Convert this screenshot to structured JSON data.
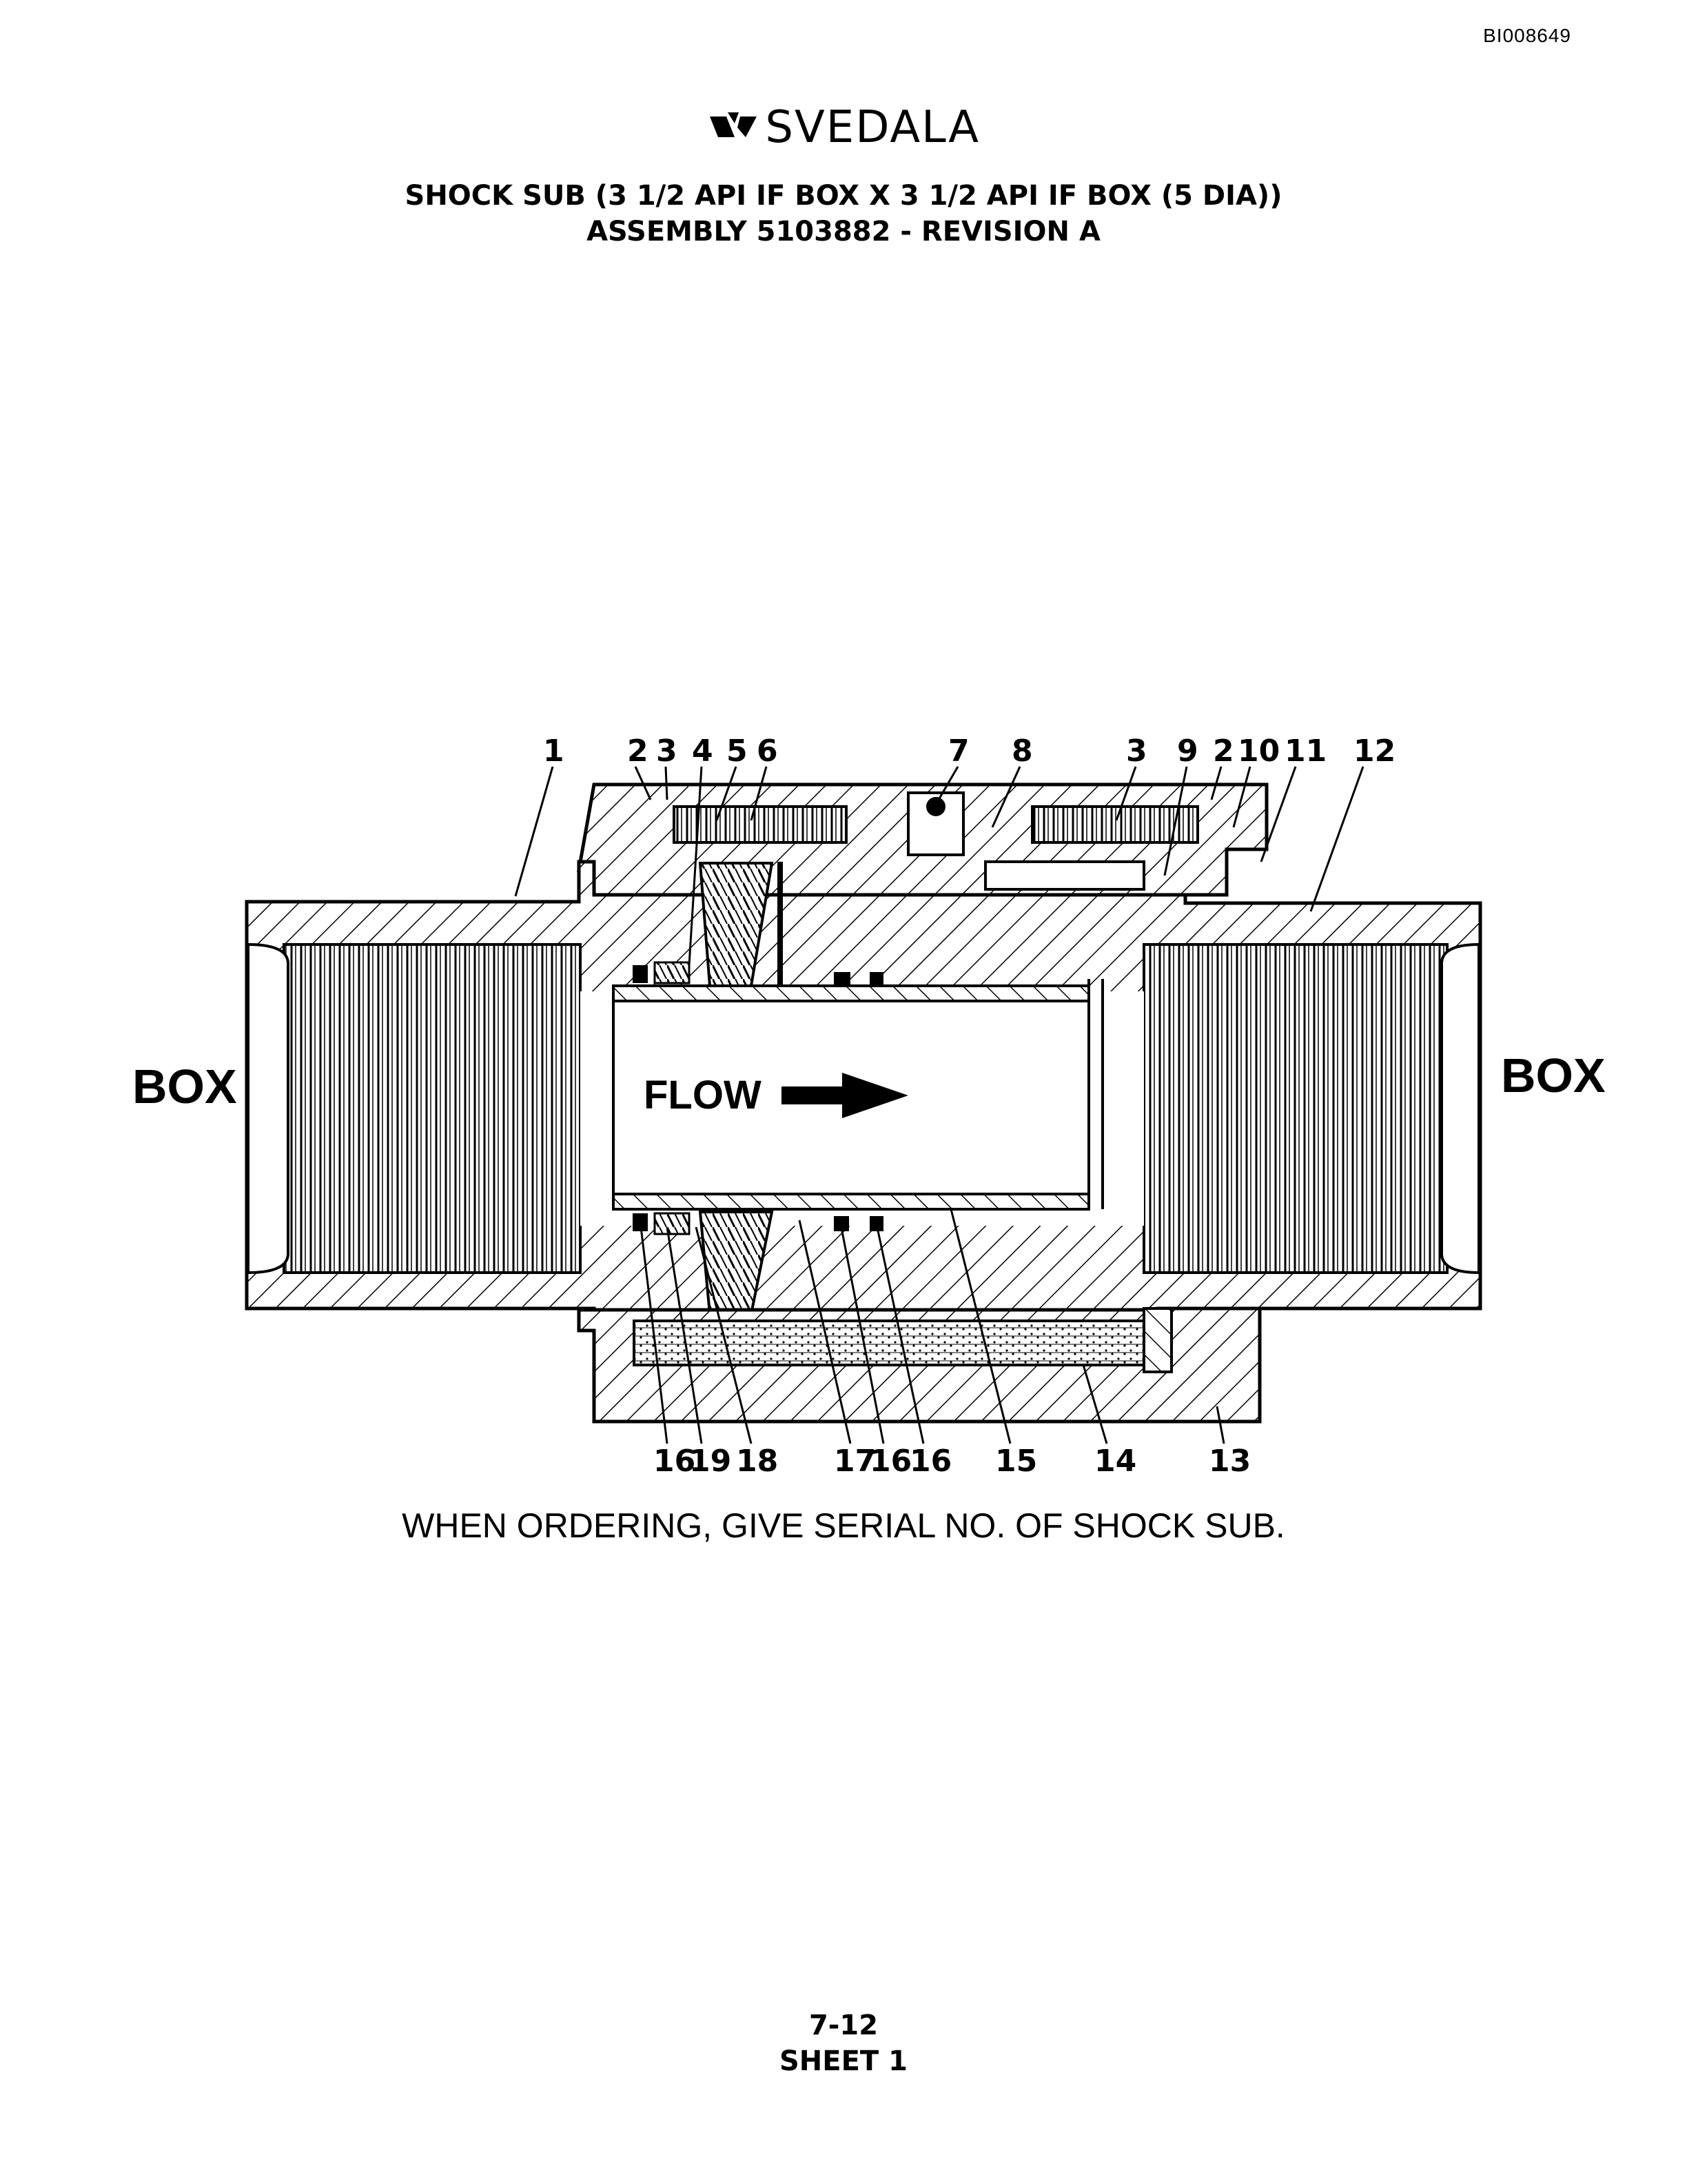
{
  "header": {
    "doc_id": "BI008649",
    "brand": "SVEDALA",
    "title_line1": "SHOCK SUB (3 1/2 API IF BOX X 3 1/2 API IF BOX (5 DIA))",
    "title_line2": "ASSEMBLY 5103882 - REVISION A"
  },
  "diagram": {
    "left_end_label": "BOX",
    "right_end_label": "BOX",
    "flow_label": "FLOW",
    "top_callouts": [
      "1",
      "2",
      "3",
      "4",
      "5",
      "6",
      "7",
      "8",
      "3",
      "9",
      "2",
      "10",
      "11",
      "12"
    ],
    "bottom_callouts": [
      "16",
      "19",
      "18",
      "17",
      "16",
      "16",
      "15",
      "14",
      "13"
    ]
  },
  "footer": {
    "order_note": "WHEN ORDERING, GIVE SERIAL NO. OF SHOCK SUB.",
    "page_number": "7-12",
    "sheet": "SHEET 1"
  },
  "colors": {
    "ink": "#000000",
    "paper": "#ffffff"
  },
  "icons": {
    "logo": "svedala-diamond-icon",
    "flow": "flow-arrow-icon"
  }
}
